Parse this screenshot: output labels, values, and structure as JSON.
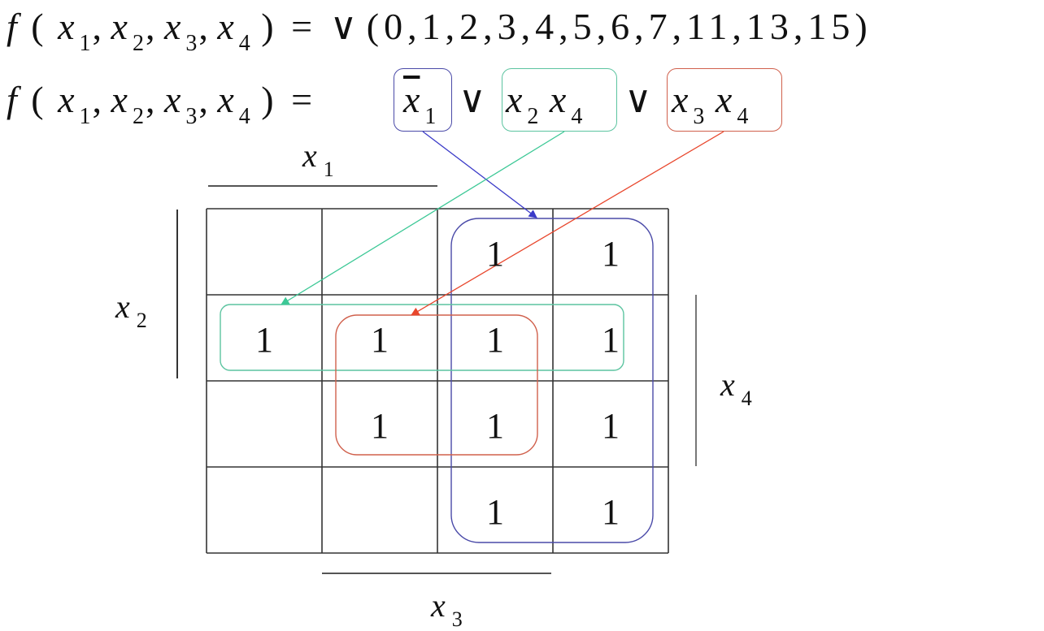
{
  "equation_1": {
    "lhs_fn": "f",
    "lhs_vars": [
      {
        "base": "x",
        "sub": "1"
      },
      {
        "base": "x",
        "sub": "2"
      },
      {
        "base": "x",
        "sub": "3"
      },
      {
        "base": "x",
        "sub": "4"
      }
    ],
    "equals": "=",
    "operator": "∨",
    "minterms_text": "(0,1,2,3,4,5,6,7,11,13,15)",
    "minterms": [
      0,
      1,
      2,
      3,
      4,
      5,
      6,
      7,
      11,
      13,
      15
    ]
  },
  "equation_2": {
    "lhs_fn": "f",
    "equals": "=",
    "or": "∨",
    "terms": [
      {
        "name": "not-x1",
        "vars": [
          {
            "base": "x",
            "sub": "1",
            "bar": true
          }
        ],
        "color": "#4a4aa8"
      },
      {
        "name": "x2-x4",
        "vars": [
          {
            "base": "x",
            "sub": "2"
          },
          {
            "base": "x",
            "sub": "4"
          }
        ],
        "color": "#5cc4a0"
      },
      {
        "name": "x3-x4",
        "vars": [
          {
            "base": "x",
            "sub": "3"
          },
          {
            "base": "x",
            "sub": "4"
          }
        ],
        "color": "#d0604c"
      }
    ]
  },
  "kmap": {
    "rows": 4,
    "cols": 4,
    "one_symbol": "1",
    "cells": [
      [
        0,
        0,
        1,
        1
      ],
      [
        1,
        1,
        1,
        1
      ],
      [
        0,
        1,
        1,
        1
      ],
      [
        0,
        0,
        1,
        1
      ]
    ],
    "axis_labels": {
      "top": {
        "base": "x",
        "sub": "1"
      },
      "left": {
        "base": "x",
        "sub": "2"
      },
      "right": {
        "base": "x",
        "sub": "4"
      },
      "bottom": {
        "base": "x",
        "sub": "3"
      }
    },
    "grid_color": "#333333",
    "arrow_colors": {
      "blue": "#3a3ac8",
      "green": "#3cc896",
      "red": "#e8462c"
    }
  }
}
